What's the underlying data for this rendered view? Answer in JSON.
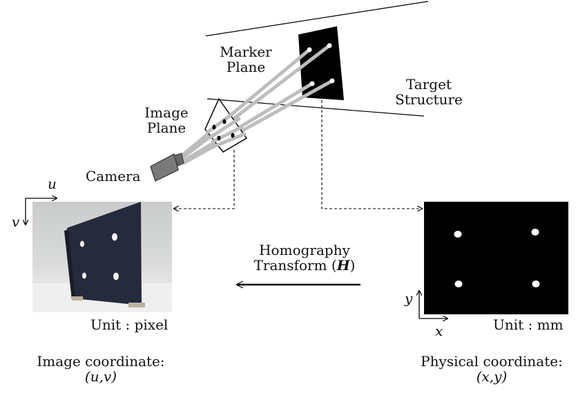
{
  "labels": {
    "marker_plane": [
      "Marker",
      "Plane"
    ],
    "target_structure": [
      "Target",
      "Structure"
    ],
    "image_plane": [
      "Image",
      "Plane"
    ],
    "camera": "Camera",
    "transform": [
      "Homography",
      "Transform (",
      "H",
      ")"
    ],
    "unit_pixel": "Unit : pixel",
    "unit_mm": "Unit : mm",
    "image_coord_title": "Image coordinate:",
    "image_coord_vars": "(u,v)",
    "physical_coord_title": "Physical coordinate:",
    "physical_coord_vars": "(x,y)"
  },
  "axes": {
    "image": {
      "horizontal": "u",
      "vertical": "v"
    },
    "physical": {
      "horizontal": "x",
      "vertical": "y"
    }
  },
  "colors": {
    "ray": "#b8b8b8",
    "marker_board": "#000000",
    "camera_body": "#7a7a7a",
    "photo_board": "#24283a",
    "arrow": "#000000"
  }
}
